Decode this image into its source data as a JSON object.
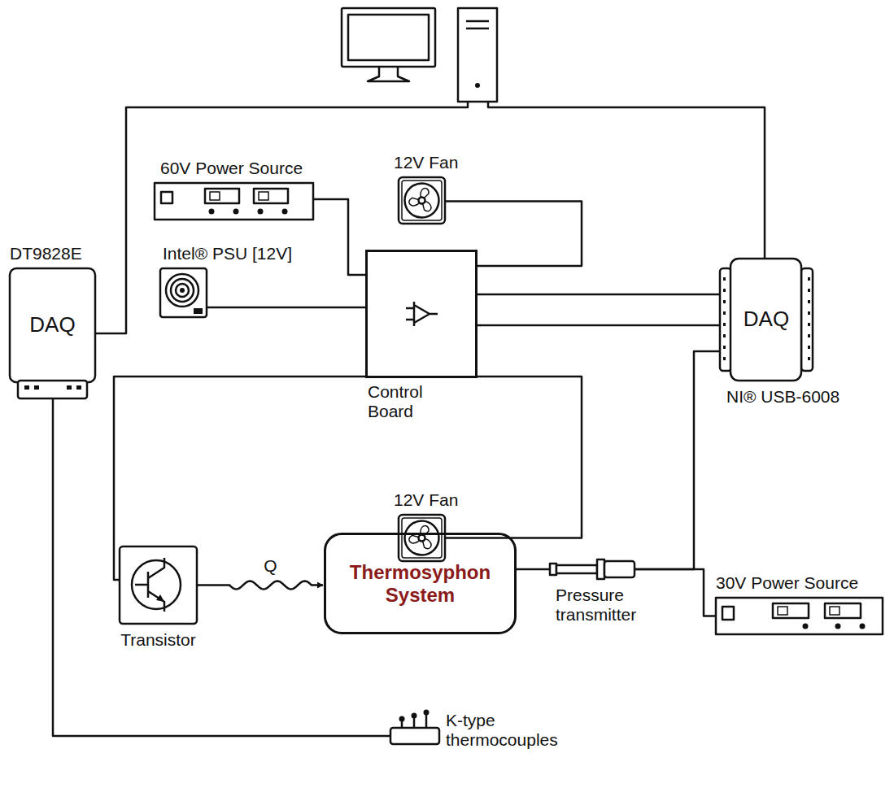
{
  "diagram": {
    "nodes": [
      {
        "text": [
          "DT9828E",
          "DAQ"
        ]
      },
      {
        "text": [
          "60V Power Source"
        ]
      },
      {
        "text": [
          "12V Fan"
        ]
      },
      {
        "text": [
          "Intel® PSU [12V]"
        ]
      },
      {
        "text": [
          "Control Board"
        ]
      },
      {
        "text": [
          "DAQ",
          "NI® USB-6008"
        ]
      },
      {
        "text": [
          "12V Fan"
        ]
      },
      {
        "text": [
          "Transistor"
        ]
      },
      {
        "text": [
          "Thermosyphon System"
        ]
      },
      {
        "text": [
          "Pressure transmitter"
        ]
      },
      {
        "text": [
          "30V Power Source"
        ]
      },
      {
        "text": [
          "K-type thermocouples"
        ]
      }
    ],
    "edges": [
      {
        "from": 0,
        "to": 11,
        "arrow": "none"
      },
      {
        "from": 1,
        "to": 4,
        "arrow": "none"
      },
      {
        "from": 3,
        "to": 4,
        "arrow": "none"
      },
      {
        "from": 2,
        "to": 4,
        "arrow": "none"
      },
      {
        "from": 4,
        "to": 5,
        "arrow": "none"
      },
      {
        "from": 4,
        "to": 5,
        "arrow": "none"
      },
      {
        "from": 4,
        "to": 7,
        "arrow": "none"
      },
      {
        "from": 4,
        "to": 6,
        "arrow": "none"
      },
      {
        "from": 7,
        "to": 8,
        "label": "Q",
        "arrow": "to"
      },
      {
        "from": 8,
        "to": 9,
        "arrow": "none"
      },
      {
        "from": 9,
        "to": 5,
        "arrow": "none"
      },
      {
        "from": 9,
        "to": 10,
        "arrow": "none"
      }
    ]
  }
}
